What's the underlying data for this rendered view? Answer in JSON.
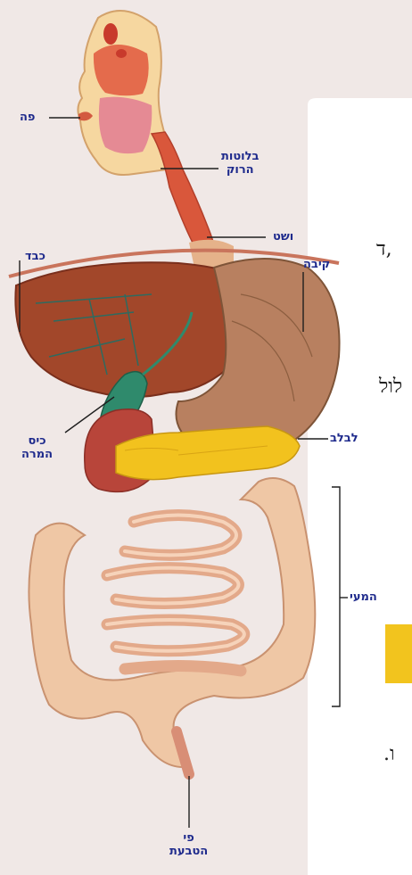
{
  "labels": {
    "mouth": "פה",
    "salivary_glands_line1": "בלוטות",
    "salivary_glands_line2": "הרוק",
    "esophagus": "ושט",
    "liver": "כבד",
    "stomach": "קיבה",
    "gallbladder_line1": "כיס",
    "gallbladder_line2": "המרה",
    "pancreas": "לבלב",
    "intestines": "המעי",
    "anus_line1": "פי",
    "anus_line2": "הטבעת"
  },
  "page_text_fragments": [
    {
      "id": "frag-1",
      "text": "ד,"
    },
    {
      "id": "frag-2",
      "text": "לול"
    },
    {
      "id": "frag-3",
      "text": ".ו"
    }
  ],
  "colors": {
    "label_blue": "#1e2a8c",
    "highlight_yellow": "#f2c41e",
    "panel_white": "#ffffff",
    "background": "#f0e8e6"
  }
}
